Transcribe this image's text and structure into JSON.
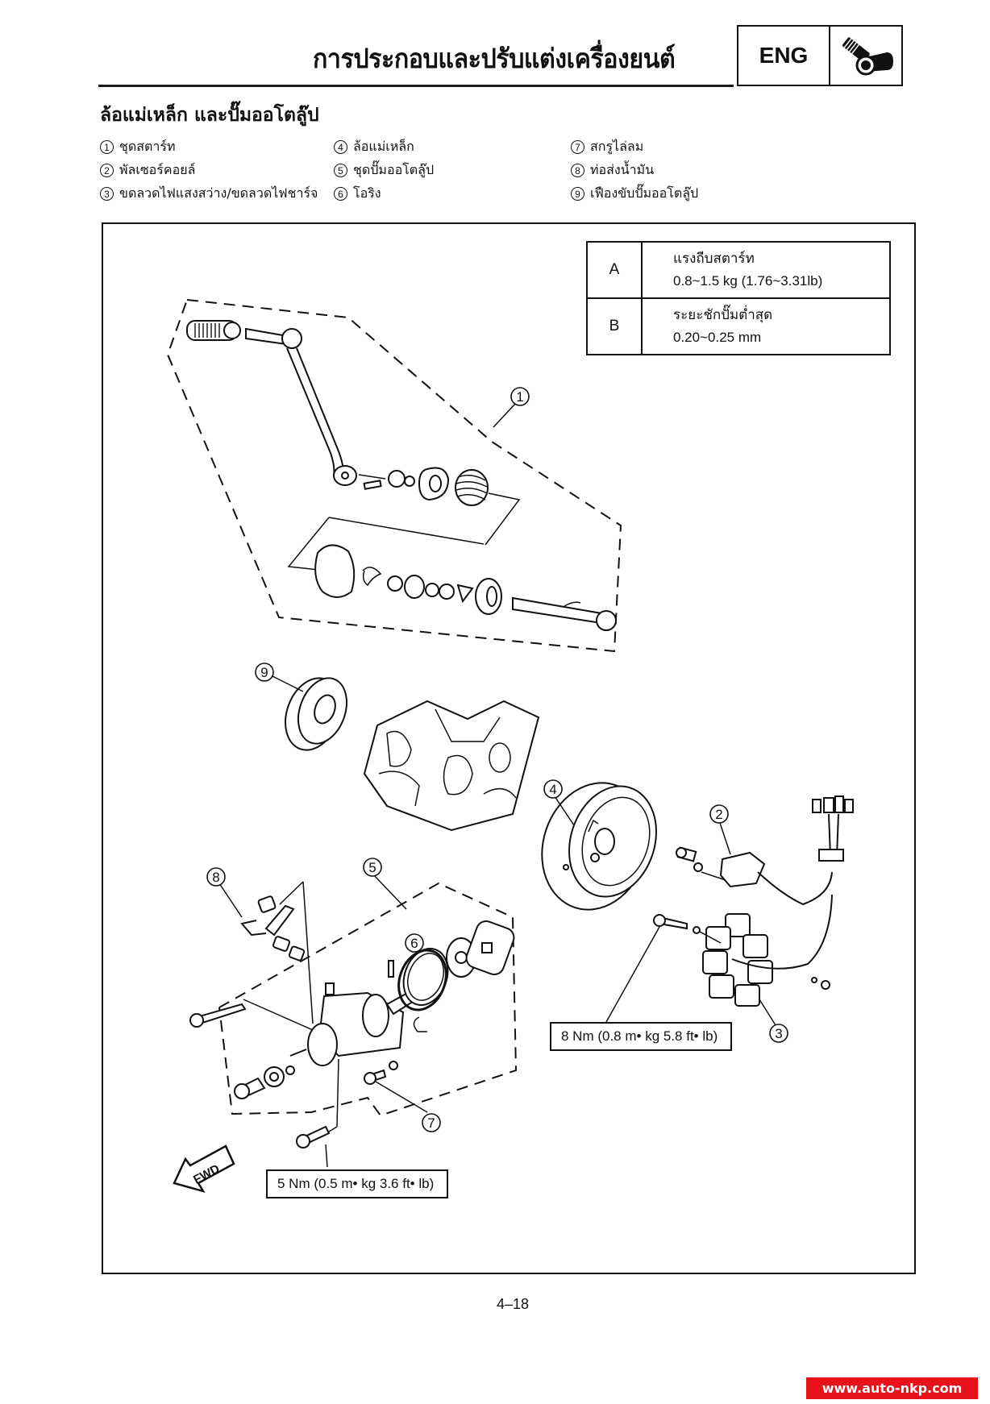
{
  "header": {
    "title": "การประกอบและปรับแต่งเครื่องยนต์",
    "section_code": "ENG",
    "section_icon": "engine-wrench-icon"
  },
  "section_title": "ล้อแม่เหล็ก และปั๊มออโตลู๊ป",
  "parts": [
    {
      "num": "1",
      "label": "ชุดสตาร์ท"
    },
    {
      "num": "2",
      "label": "พัลเซอร์คอยล์"
    },
    {
      "num": "3",
      "label": "ขดลวดไฟแสงสว่าง/ขดลวดไฟชาร์จ"
    },
    {
      "num": "4",
      "label": "ล้อแม่เหล็ก"
    },
    {
      "num": "5",
      "label": "ชุดปั๊มออโตลู๊ป"
    },
    {
      "num": "6",
      "label": "โอริง"
    },
    {
      "num": "7",
      "label": "สกรูไล่ลม"
    },
    {
      "num": "8",
      "label": "ท่อส่งน้ำมัน"
    },
    {
      "num": "9",
      "label": "เฟืองขับปั๊มออโตลู๊ป"
    }
  ],
  "spec_table": [
    {
      "key": "A",
      "label": "แรงถีบสตาร์ท",
      "value": "0.8~1.5 kg (1.76~3.31lb)"
    },
    {
      "key": "B",
      "label": "ระยะชักปั๊มต่ำสุด",
      "value": "0.20~0.25 mm"
    }
  ],
  "torque": {
    "stator_bolt": "8 Nm (0.8 m• kg 5.8 ft• lb)",
    "pump_screw": "5 Nm (0.5 m• kg 3.6 ft• lb)"
  },
  "callouts": [
    "1",
    "2",
    "3",
    "4",
    "5",
    "6",
    "7",
    "8",
    "9"
  ],
  "fwd_label": "FWD",
  "page_number": "4–18",
  "watermark": "www.auto-nkp.com",
  "colors": {
    "ink": "#111111",
    "watermark_bg": "#e8121b",
    "paper": "#ffffff"
  }
}
